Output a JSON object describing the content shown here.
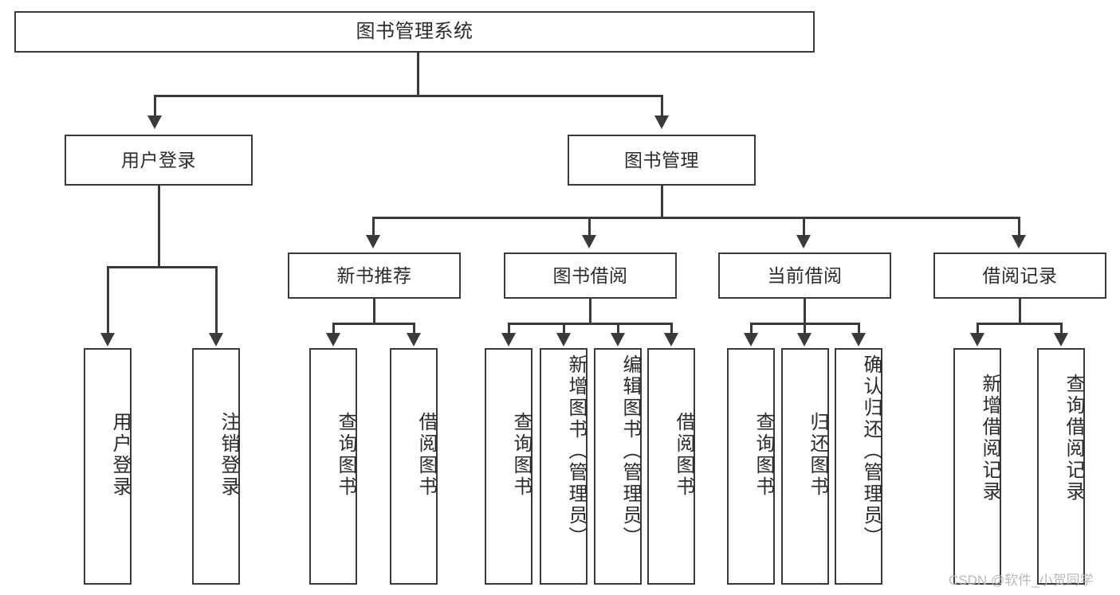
{
  "diagram": {
    "title": "图书管理系统",
    "type": "tree-hierarchy-diagram",
    "watermark": "CSDN @软件_小贺同学",
    "colors": {
      "stroke": "#3a3a3a",
      "fill": "#ffffff",
      "text": "#2b2b2b",
      "watermark": "#b9b9b9"
    },
    "nodes": {
      "root": {
        "label": "图书管理系统"
      },
      "level2": [
        {
          "label": "用户登录"
        },
        {
          "label": "图书管理"
        }
      ],
      "level3": [
        {
          "label": "新书推荐"
        },
        {
          "label": "图书借阅"
        },
        {
          "label": "当前借阅"
        },
        {
          "label": "借阅记录"
        }
      ],
      "leaves": {
        "user_login": [
          {
            "label": "用户登录"
          },
          {
            "label": "注销登录"
          }
        ],
        "new_book": [
          {
            "label": "查询图书"
          },
          {
            "label": "借阅图书"
          }
        ],
        "book_borrow": [
          {
            "label": "查询图书"
          },
          {
            "label": "新增图书（管理员）"
          },
          {
            "label": "编辑图书（管理员）"
          },
          {
            "label": "借阅图书"
          }
        ],
        "current_borrow": [
          {
            "label": "查询图书"
          },
          {
            "label": "归还图书"
          },
          {
            "label": "确认归还（管理员）"
          }
        ],
        "borrow_record": [
          {
            "label": "新增借阅记录"
          },
          {
            "label": "查询借阅记录"
          }
        ]
      }
    }
  }
}
